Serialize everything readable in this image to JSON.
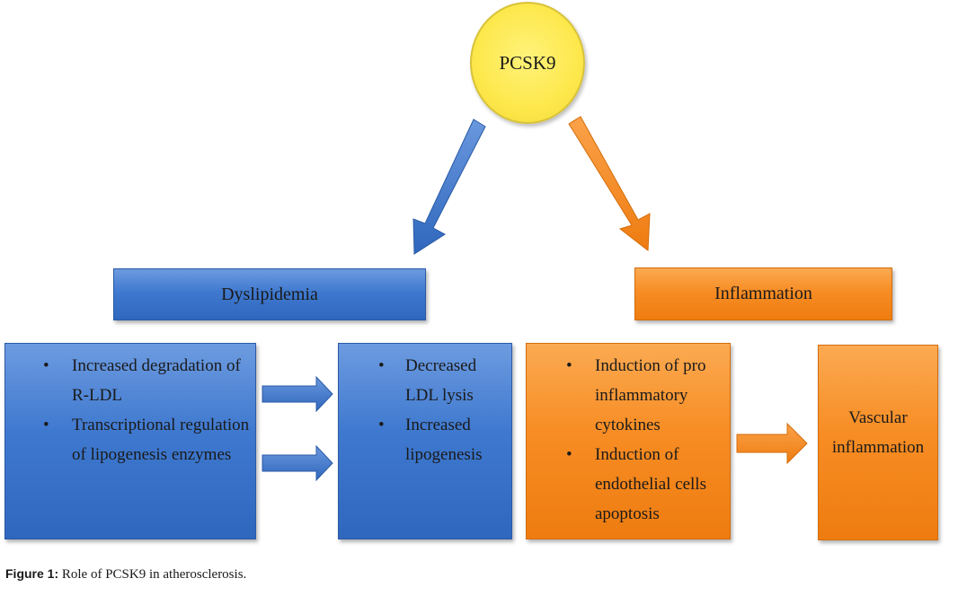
{
  "colors": {
    "node": "#fde84c",
    "blue": "#3f79cf",
    "orange": "#f78d24"
  },
  "nodes": {
    "center": "PCSK9",
    "dyslipidemia": {
      "title": "Dyslipidemia",
      "causes": [
        "Increased degradation of R-LDL",
        "Transcriptional regulation of lipogenesis enzymes"
      ],
      "effects": [
        "Decreased LDL lysis",
        "Increased lipogenesis"
      ]
    },
    "inflammation": {
      "title": "Inflammation",
      "causes": [
        "Induction of pro inflammatory cytokines",
        "Induction of endothelial cells apoptosis"
      ],
      "effect": "Vascular inflammation"
    }
  },
  "caption": {
    "label": "Figure 1:",
    "text": "Role of PCSK9 in atherosclerosis."
  }
}
